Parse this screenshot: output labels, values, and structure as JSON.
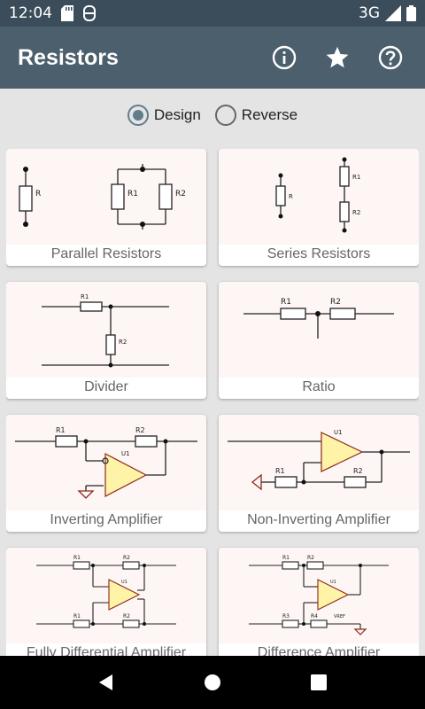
{
  "status_bar": {
    "time": "12:04",
    "network": "3G",
    "icons": [
      "sd-card-icon",
      "usb-debug-icon",
      "signal-icon",
      "battery-icon"
    ]
  },
  "app_bar": {
    "title": "Resistors",
    "actions": [
      "info-icon",
      "star-icon",
      "help-icon"
    ]
  },
  "mode": {
    "options": [
      {
        "label": "Design",
        "selected": true
      },
      {
        "label": "Reverse",
        "selected": false
      }
    ]
  },
  "cards": [
    {
      "label": "Parallel Resistors"
    },
    {
      "label": "Series Resistors"
    },
    {
      "label": "Divider"
    },
    {
      "label": "Ratio"
    },
    {
      "label": "Inverting Amplifier"
    },
    {
      "label": "Non-Inverting Amplifier"
    },
    {
      "label": "Fully Differential Amplifier"
    },
    {
      "label": "Difference Amplifier"
    }
  ],
  "diagram_labels": {
    "r": "R",
    "r1": "R1",
    "r2": "R2",
    "r3": "R3",
    "r4": "R4",
    "u1": "U1",
    "vref": "VREF"
  },
  "colors": {
    "status_bar": "#3b4d5a",
    "app_bar": "#4b5f6c",
    "accent": "#607d8b",
    "opamp_fill": "#fff3a8",
    "ground": "#8b2a1a"
  },
  "nav": [
    "back-icon",
    "home-icon",
    "recents-icon"
  ]
}
